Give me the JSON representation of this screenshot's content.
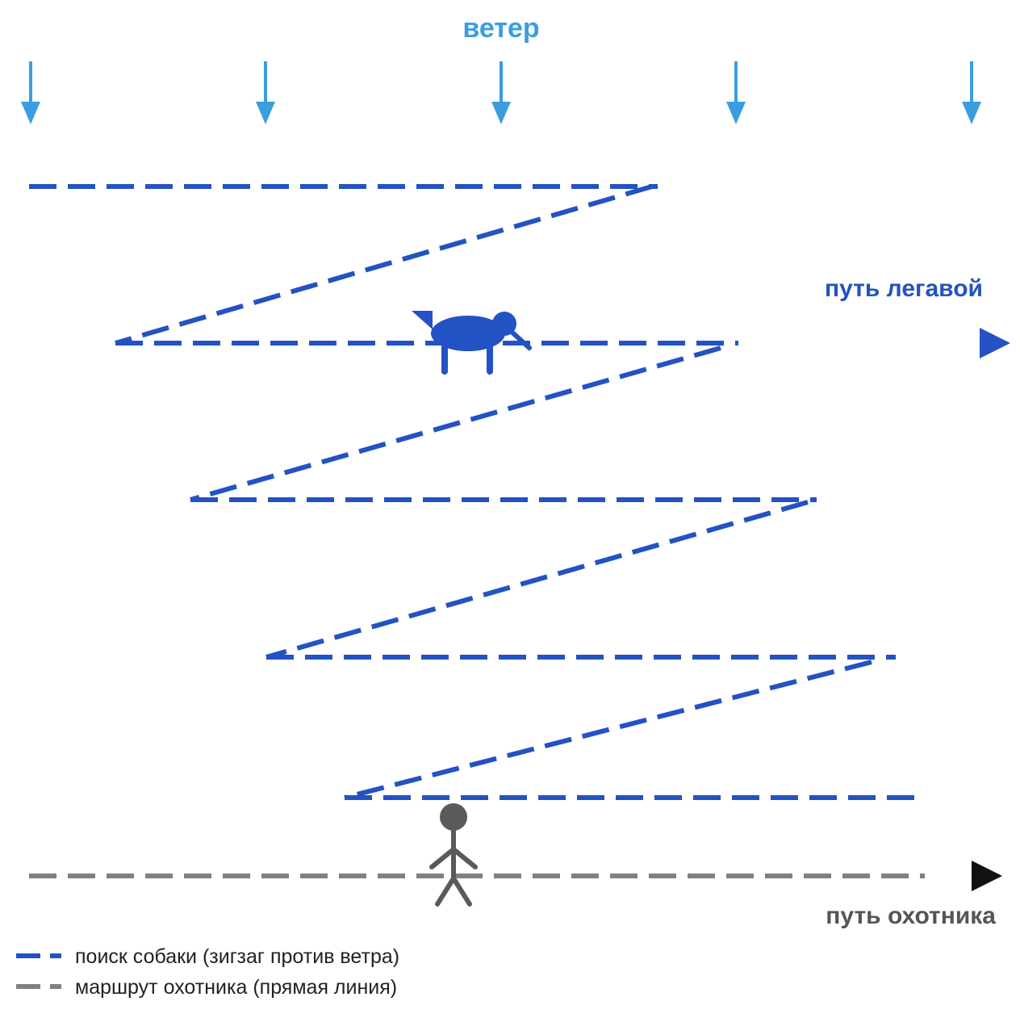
{
  "labels": {
    "wind": "ветер",
    "dog_path": "путь легавой",
    "hunter_path": "путь охотника"
  },
  "legend": [
    {
      "text": "поиск собаки (зигзаг против ветра)",
      "color": "#2352c4"
    },
    {
      "text": "маршрут охотника (прямая линия)",
      "color": "#808080"
    }
  ],
  "colors": {
    "wind": "#3a9de0",
    "dog": "#2352c4",
    "hunter": "#5a5a5a",
    "hunter_route": "#808080",
    "hunter_arrow": "#111111"
  },
  "icons": {
    "wind_arrows": "arrow-down-icon",
    "dog": "pointer-dog-icon",
    "hunter": "stick-figure-icon",
    "direction": "triangle-right-icon"
  }
}
